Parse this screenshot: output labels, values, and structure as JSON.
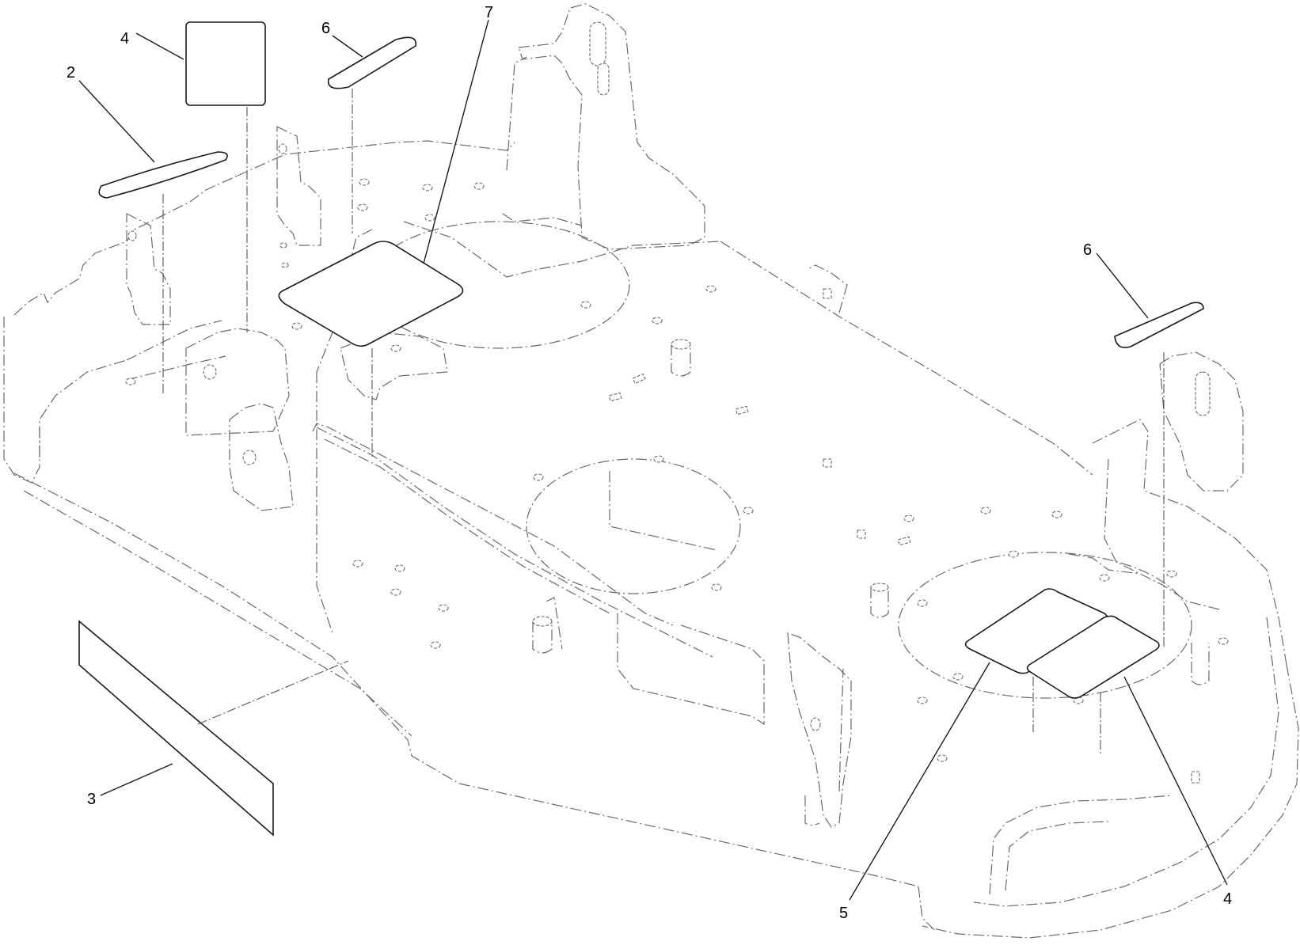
{
  "callouts": [
    {
      "id": "c1",
      "label": "4"
    },
    {
      "id": "c2",
      "label": "6"
    },
    {
      "id": "c3",
      "label": "7"
    },
    {
      "id": "c4",
      "label": "2"
    },
    {
      "id": "c5",
      "label": "6"
    },
    {
      "id": "c6",
      "label": "3"
    },
    {
      "id": "c7",
      "label": "5"
    },
    {
      "id": "c8",
      "label": "4"
    }
  ]
}
